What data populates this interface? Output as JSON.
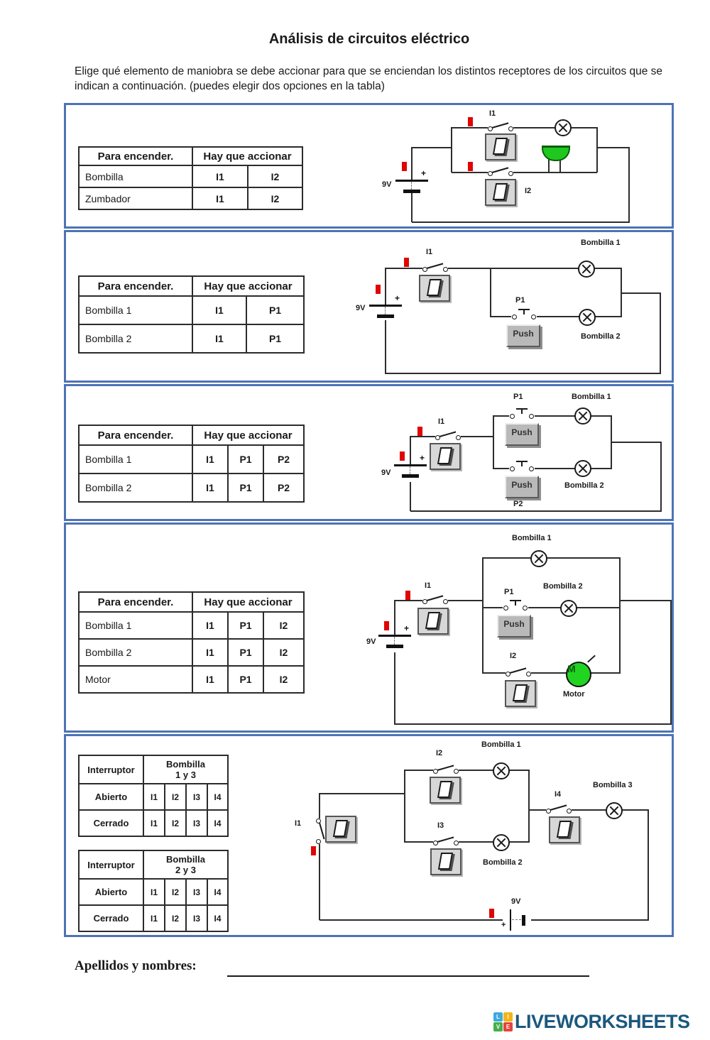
{
  "page": {
    "title": "Análisis de circuitos eléctrico",
    "instructions": "Elige qué elemento de maniobra se debe accionar para que se enciendan los distintos receptores de los circuitos que se indican a continuación. (puedes elegir dos opciones en la tabla)",
    "name_label": "Apellidos y nombres:"
  },
  "logo": {
    "sq1": "L",
    "sq2": "I",
    "sq3": "V",
    "sq4": "E",
    "text": "LIVEWORKSHEETS"
  },
  "sections": [
    {
      "table": {
        "col1_header": "Para encender.",
        "col2_header": "Hay que accionar",
        "rows": [
          {
            "label": "Bombilla",
            "options": [
              "I1",
              "I2"
            ]
          },
          {
            "label": "Zumbador",
            "options": [
              "I1",
              "I2"
            ]
          }
        ]
      },
      "circuit": {
        "i1": "I1",
        "i2": "I2",
        "v": "9V",
        "plus": "+"
      }
    },
    {
      "table": {
        "col1_header": "Para encender.",
        "col2_header": "Hay que accionar",
        "rows": [
          {
            "label": "Bombilla 1",
            "options": [
              "I1",
              "P1"
            ]
          },
          {
            "label": "Bombilla 2",
            "options": [
              "I1",
              "P1"
            ]
          }
        ]
      },
      "circuit": {
        "i1": "I1",
        "p1": "P1",
        "v": "9V",
        "plus": "+",
        "b1": "Bombilla 1",
        "b2": "Bombilla 2",
        "push": "Push"
      }
    },
    {
      "table": {
        "col1_header": "Para encender.",
        "col2_header": "Hay que accionar",
        "rows": [
          {
            "label": "Bombilla 1",
            "options": [
              "I1",
              "P1",
              "P2"
            ]
          },
          {
            "label": "Bombilla 2",
            "options": [
              "I1",
              "P1",
              "P2"
            ]
          }
        ]
      },
      "circuit": {
        "i1": "I1",
        "p1": "P1",
        "p2": "P2",
        "v": "9V",
        "plus": "+",
        "b1": "Bombilla 1",
        "b2": "Bombilla 2",
        "push": "Push"
      }
    },
    {
      "table": {
        "col1_header": "Para encender.",
        "col2_header": "Hay que accionar",
        "rows": [
          {
            "label": "Bombilla 1",
            "options": [
              "I1",
              "P1",
              "I2"
            ]
          },
          {
            "label": "Bombilla 2",
            "options": [
              "I1",
              "P1",
              "I2"
            ]
          },
          {
            "label": "Motor",
            "options": [
              "I1",
              "P1",
              "I2"
            ]
          }
        ]
      },
      "circuit": {
        "i1": "I1",
        "p1": "P1",
        "i2": "I2",
        "v": "9V",
        "plus": "+",
        "b1": "Bombilla 1",
        "b2": "Bombilla 2",
        "motor_label": "Motor",
        "m": "M",
        "push": "Push"
      }
    },
    {
      "tables": [
        {
          "col1_header": "Interruptor",
          "span_line1": "Bombilla",
          "span_line2": "1 y 3",
          "rows": [
            {
              "label": "Abierto",
              "options": [
                "I1",
                "I2",
                "I3",
                "I4"
              ]
            },
            {
              "label": "Cerrado",
              "options": [
                "I1",
                "I2",
                "I3",
                "I4"
              ]
            }
          ]
        },
        {
          "col1_header": "Interruptor",
          "span_line1": "Bombilla",
          "span_line2": "2 y 3",
          "rows": [
            {
              "label": "Abierto",
              "options": [
                "I1",
                "I2",
                "I3",
                "I4"
              ]
            },
            {
              "label": "Cerrado",
              "options": [
                "I1",
                "I2",
                "I3",
                "I4"
              ]
            }
          ]
        }
      ],
      "circuit": {
        "i1": "I1",
        "i2": "I2",
        "i3": "I3",
        "i4": "I4",
        "v": "9V",
        "plus": "+",
        "b1": "Bombilla 1",
        "b2": "Bombilla 2",
        "b3": "Bombilla 3"
      }
    }
  ]
}
